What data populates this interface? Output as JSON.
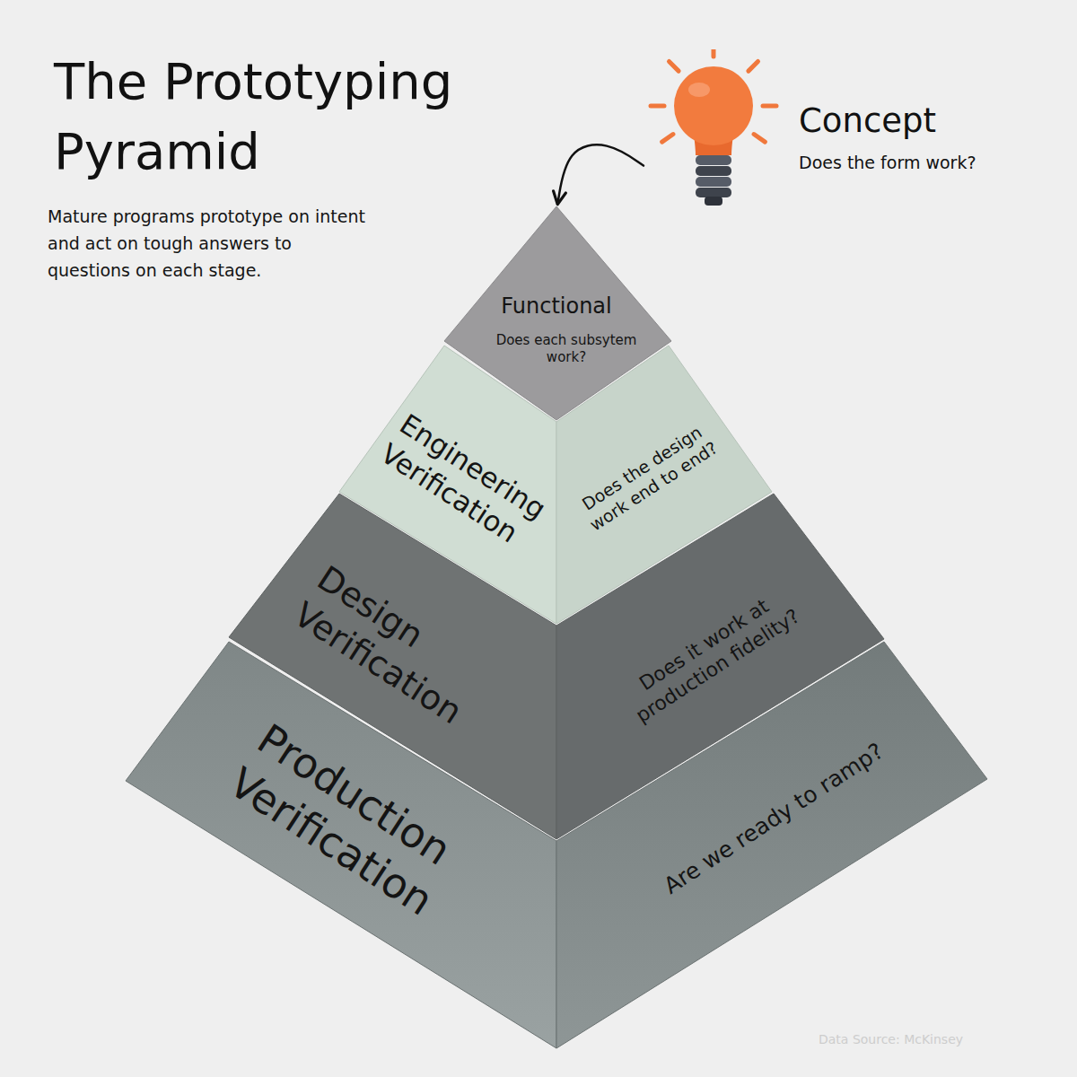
{
  "diagram": {
    "title": "The Prototyping Pyramid",
    "nodes": [
      {
        "text": [
          "Concept",
          "Does the form work?"
        ]
      },
      {
        "text": [
          "Functional",
          "Does each subsytem work?"
        ]
      },
      {
        "text": [
          "Engineering Verification",
          "Does the design work end to end?"
        ]
      },
      {
        "text": [
          "Design Verification",
          "Does it work at production fidelity?"
        ]
      },
      {
        "text": [
          "Production Verification",
          "Are we ready to ramp?"
        ]
      }
    ],
    "edges": [
      {
        "from": 0,
        "to": 1,
        "arrow": "to"
      }
    ],
    "labels": [
      "Mature programs prototype on intent and act on tough answers to questions on each stage.",
      "Data Source: McKinsey"
    ]
  }
}
